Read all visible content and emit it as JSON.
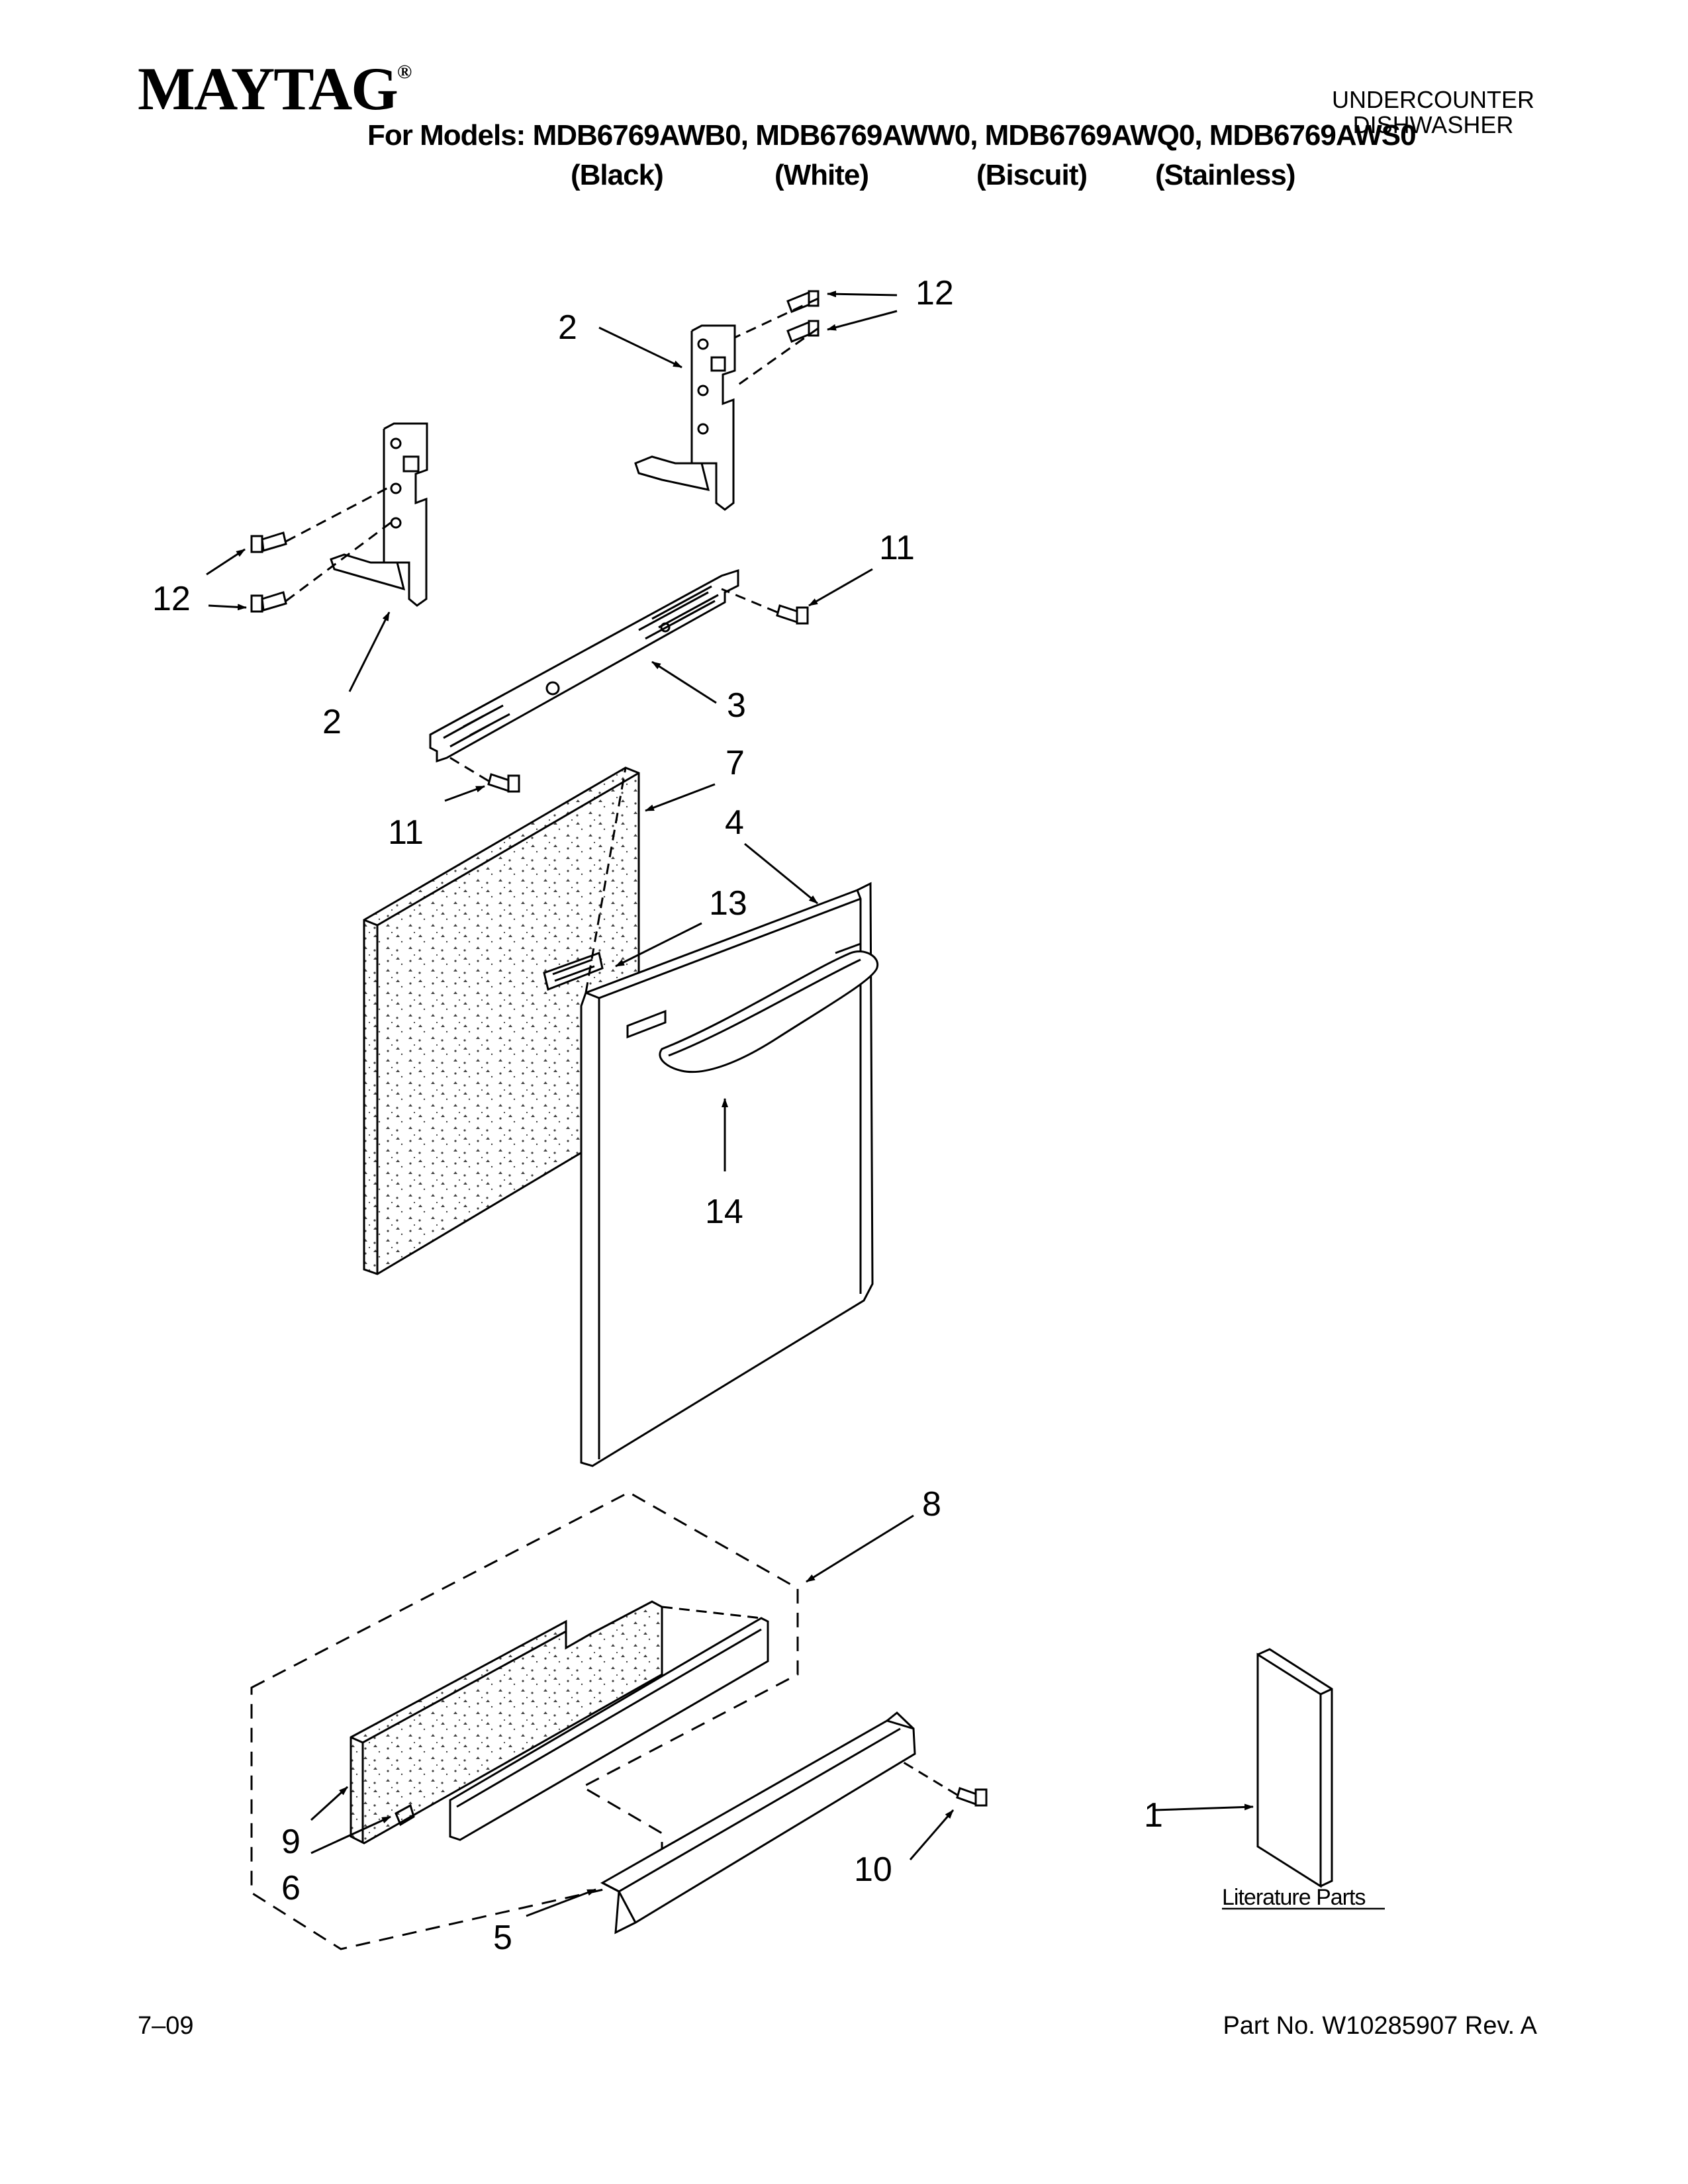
{
  "header": {
    "brand": "MAYTAG",
    "brand_mark": "®",
    "models_prefix": "For Models:",
    "models": [
      "MDB6769AWB0,",
      "MDB6769AWW0,",
      "MDB6769AWQ0,",
      "MDB6769AWS0"
    ],
    "colors": [
      "(Black)",
      "(White)",
      "(Biscuit)",
      "(Stainless)"
    ],
    "category_line1": "UNDERCOUNTER",
    "category_line2": "DISHWASHER"
  },
  "callouts": {
    "c1": "1",
    "c2a": "2",
    "c2b": "2",
    "c3": "3",
    "c4": "4",
    "c5": "5",
    "c6": "6",
    "c7": "7",
    "c8": "8",
    "c9": "9",
    "c10": "10",
    "c11a": "11",
    "c11b": "11",
    "c12a": "12",
    "c12b": "12",
    "c13": "13",
    "c14": "14"
  },
  "literature_label": "Literature Parts",
  "footer": {
    "date": "7–09",
    "part_number": "Part No. W10285907 Rev. A"
  }
}
